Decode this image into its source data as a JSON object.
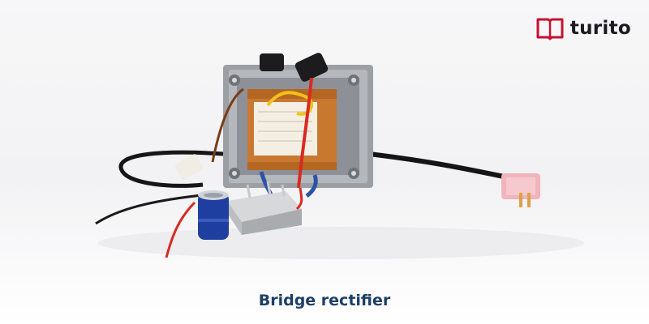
{
  "logo": {
    "text": "turito",
    "icon": "book-icon",
    "colors": {
      "book": "#c8102e",
      "text": "#1b1b20"
    }
  },
  "caption": {
    "text": "Bridge rectifier",
    "color": "#1d3f66"
  },
  "photo": {
    "subject": "bridge-rectifier-circuit"
  }
}
